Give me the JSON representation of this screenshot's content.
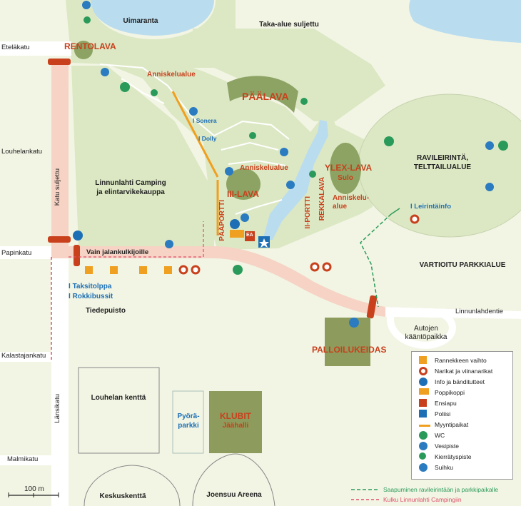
{
  "streets": {
    "etelakatu": "Eteläkatu",
    "louhelankatu": "Louhelankatu",
    "papinkatu": "Papinkatu",
    "kalastajankatu": "Kalastajankatu",
    "malmikatu": "Malmikatu",
    "lansikatu": "Länsikatu",
    "katu_suljettu": "Katu suljettu",
    "linnunlahdentie": "Linnunlahdentie",
    "vain_jalankulkijoille": "Vain jalankulkijoille"
  },
  "places": {
    "uimaranta": "Uimaranta",
    "taka_alue": "Taka-alue suljettu",
    "rentolava": "RENTOLAVA",
    "anniskelualue_1": "Anniskelualue",
    "anniskelualue_2": "Anniskelualue",
    "anniskelualue_3_line1": "Anniskelu-",
    "anniskelualue_3_line2": "alue",
    "paalava": "PÄÄLAVA",
    "sonera": "Sonera",
    "dolly": "Dolly",
    "camping_line1": "Linnunlahti Camping",
    "camping_line2": "ja elintarvikekauppa",
    "iii_lava": "III-LAVA",
    "paaportti": "PÄÄPORTTI",
    "ii_portti": "II-PORTTI",
    "rekkalava": "REKKALAVA",
    "ylex_lava": "YLEX-LAVA",
    "sulo": "Sulo",
    "ravileirinta_line1": "RAVILEIRINTÄ,",
    "ravileirinta_line2": "TELTTAILUALUE",
    "leirintainfo": "Leirintäinfo",
    "vartioitu": "VARTIOITU PARKKIALUE",
    "taksitolppa": "Taksitolppa",
    "rokkibussit": "Rokkibussit",
    "tiedepuisto": "Tiedepuisto",
    "autojen_line1": "Autojen",
    "autojen_line2": "kääntöpaikka",
    "palloilukeidas": "PALLOILUKEIDAS",
    "louhelan_kentta": "Louhelan kenttä",
    "pyora_line1": "Pyörä-",
    "pyora_line2": "parkki",
    "klubit": "KLUBIT",
    "jaahalli": "Jäähalli",
    "keskuskentta": "Keskuskenttä",
    "joensuu_areena": "Joensuu Areena",
    "ea": "EA"
  },
  "scale": {
    "label": "100 m"
  },
  "legend": {
    "items": [
      {
        "icon": "wristband-exchange-square",
        "label": "Rannekkeen vaihto"
      },
      {
        "icon": "food-vendor-ring",
        "label": "Narikat ja viinanarikat"
      },
      {
        "icon": "info-icon",
        "label": "Info ja bänditutteet"
      },
      {
        "icon": "merch-booth-icon",
        "label": "Poppikoppi"
      },
      {
        "icon": "first-aid-icon",
        "label": "Ensiapu"
      },
      {
        "icon": "police-star-icon",
        "label": "Poliisi"
      },
      {
        "icon": "sales-line-icon",
        "label": "Myyntipaikat"
      },
      {
        "icon": "wc-icon",
        "label": "WC"
      },
      {
        "icon": "water-drop-icon",
        "label": "Vesipiste"
      },
      {
        "icon": "recycle-icon",
        "label": "Kierrätyspiste"
      },
      {
        "icon": "shower-icon",
        "label": "Suihku"
      }
    ]
  },
  "route_legend": {
    "green": "Saapuminen ravileirintään ja parkkipaikalle",
    "pink": "Kulku Linnunlahti Campingiin"
  },
  "colors": {
    "ground": "#f2f5e4",
    "festival_area": "#dce8c4",
    "water": "#b9dcef",
    "road": "#f6d3c4",
    "stage_olive": "#8da364",
    "klubit": "#8d9c5c",
    "accent_red": "#c8401c",
    "info_blue": "#1d6fb5",
    "wristband_orange": "#f0a020",
    "route_green": "#2a9a5a",
    "route_pink": "#e0506a"
  }
}
